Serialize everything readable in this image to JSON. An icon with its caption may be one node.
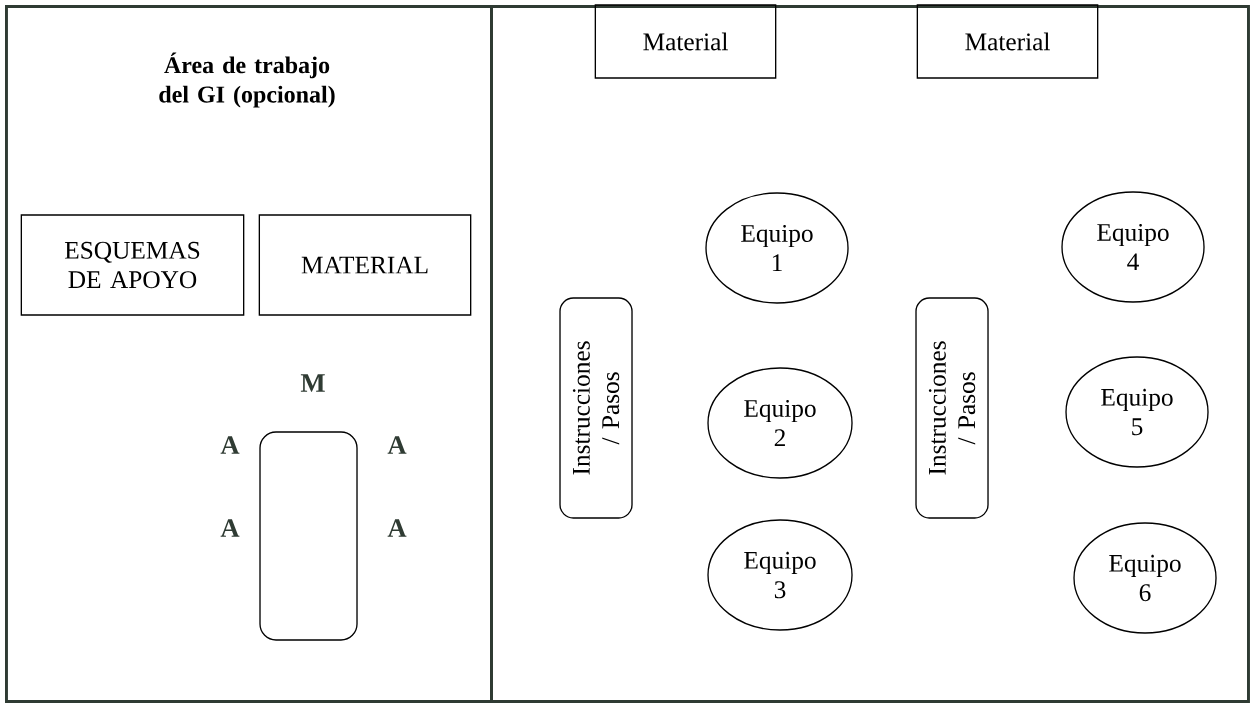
{
  "diagram": {
    "nodes": [
      {
        "text": [
          "Área de trabajo del GI (opcional)"
        ]
      },
      {
        "text": [
          "ESQUEMAS DE APOYO"
        ],
        "in": 0
      },
      {
        "text": [
          "MATERIAL"
        ],
        "in": 0
      },
      {
        "text": [],
        "shape": "box",
        "in": 0
      },
      {
        "text": [],
        "shape": "box"
      },
      {
        "text": [
          "Material"
        ],
        "in": 4
      },
      {
        "text": [
          "Material"
        ],
        "in": 4
      },
      {
        "text": [
          "Instrucciones / Pasos"
        ],
        "in": 4
      },
      {
        "text": [
          "Equipo 1"
        ],
        "in": 4
      },
      {
        "text": [
          "Equipo 2"
        ],
        "in": 4
      },
      {
        "text": [
          "Equipo 3"
        ],
        "in": 4
      },
      {
        "text": [
          "Instrucciones / Pasos"
        ],
        "in": 4
      },
      {
        "text": [
          "Equipo 4"
        ],
        "in": 4
      },
      {
        "text": [
          "Equipo 5"
        ],
        "in": 4
      },
      {
        "text": [
          "Equipo 6"
        ],
        "in": 4
      }
    ],
    "labels": [
      "M",
      "A",
      "A",
      "A",
      "A"
    ]
  }
}
